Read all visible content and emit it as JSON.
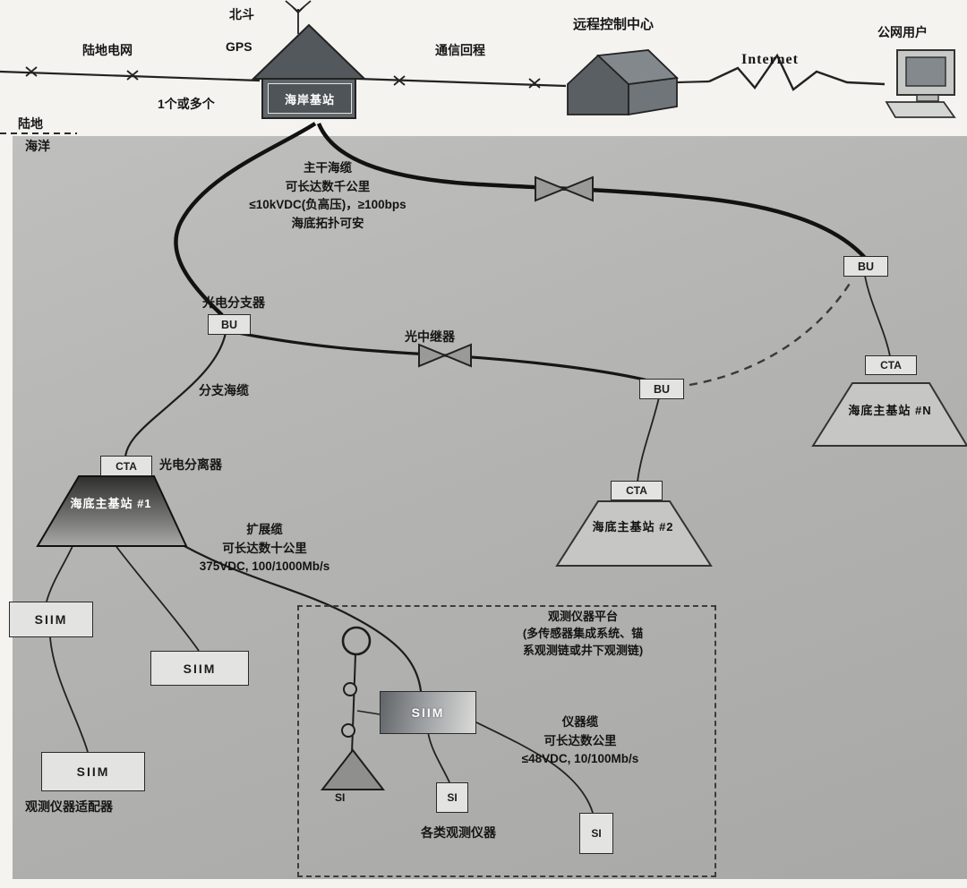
{
  "canvas": {
    "paper_color": "#f4f3ef",
    "ocean_color": "#b3b3b1",
    "ink_color": "#1c1c1c",
    "box_fill": "#e3e3e1"
  },
  "land": {
    "power_grid": "陆地电网",
    "beidou": "北斗",
    "gps": "GPS",
    "shore_station": "海岸基站",
    "one_or_more": "1个或多个",
    "backhaul": "通信回程",
    "control_center": "远程控制中心",
    "internet": "Internet",
    "public_users": "公网用户",
    "land": "陆地",
    "sea": "海洋"
  },
  "trunk_note": {
    "l1": "主干海缆",
    "l2": "可长达数千公里",
    "l3": "≤10kVDC(负高压)，≥100bps",
    "l4": "海底拓扑可安"
  },
  "labels": {
    "branching_unit": "光电分支器",
    "optical_repeater": "光中继器",
    "branch_cable": "分支海缆",
    "oe_separator": "光电分离器",
    "adapter": "观测仪器适配器",
    "instruments": "各类观测仪器"
  },
  "nodes": {
    "bu": "BU",
    "cta": "CTA",
    "siim": "SIIM",
    "si": "SI",
    "station1": "海底主基站 #1",
    "station2": "海底主基站 #2",
    "stationN": "海底主基站 #N"
  },
  "extension_note": {
    "l1": "扩展缆",
    "l2": "可长达数十公里",
    "l3": "375VDC, 100/1000Mb/s"
  },
  "platform_note": {
    "l1": "观测仪器平台",
    "l2": "(多传感器集成系统、锚",
    "l3": "系观测链或井下观测链)"
  },
  "instrument_cable_note": {
    "l1": "仪器缆",
    "l2": "可长达数公里",
    "l3": "≤48VDC, 10/100Mb/s"
  }
}
